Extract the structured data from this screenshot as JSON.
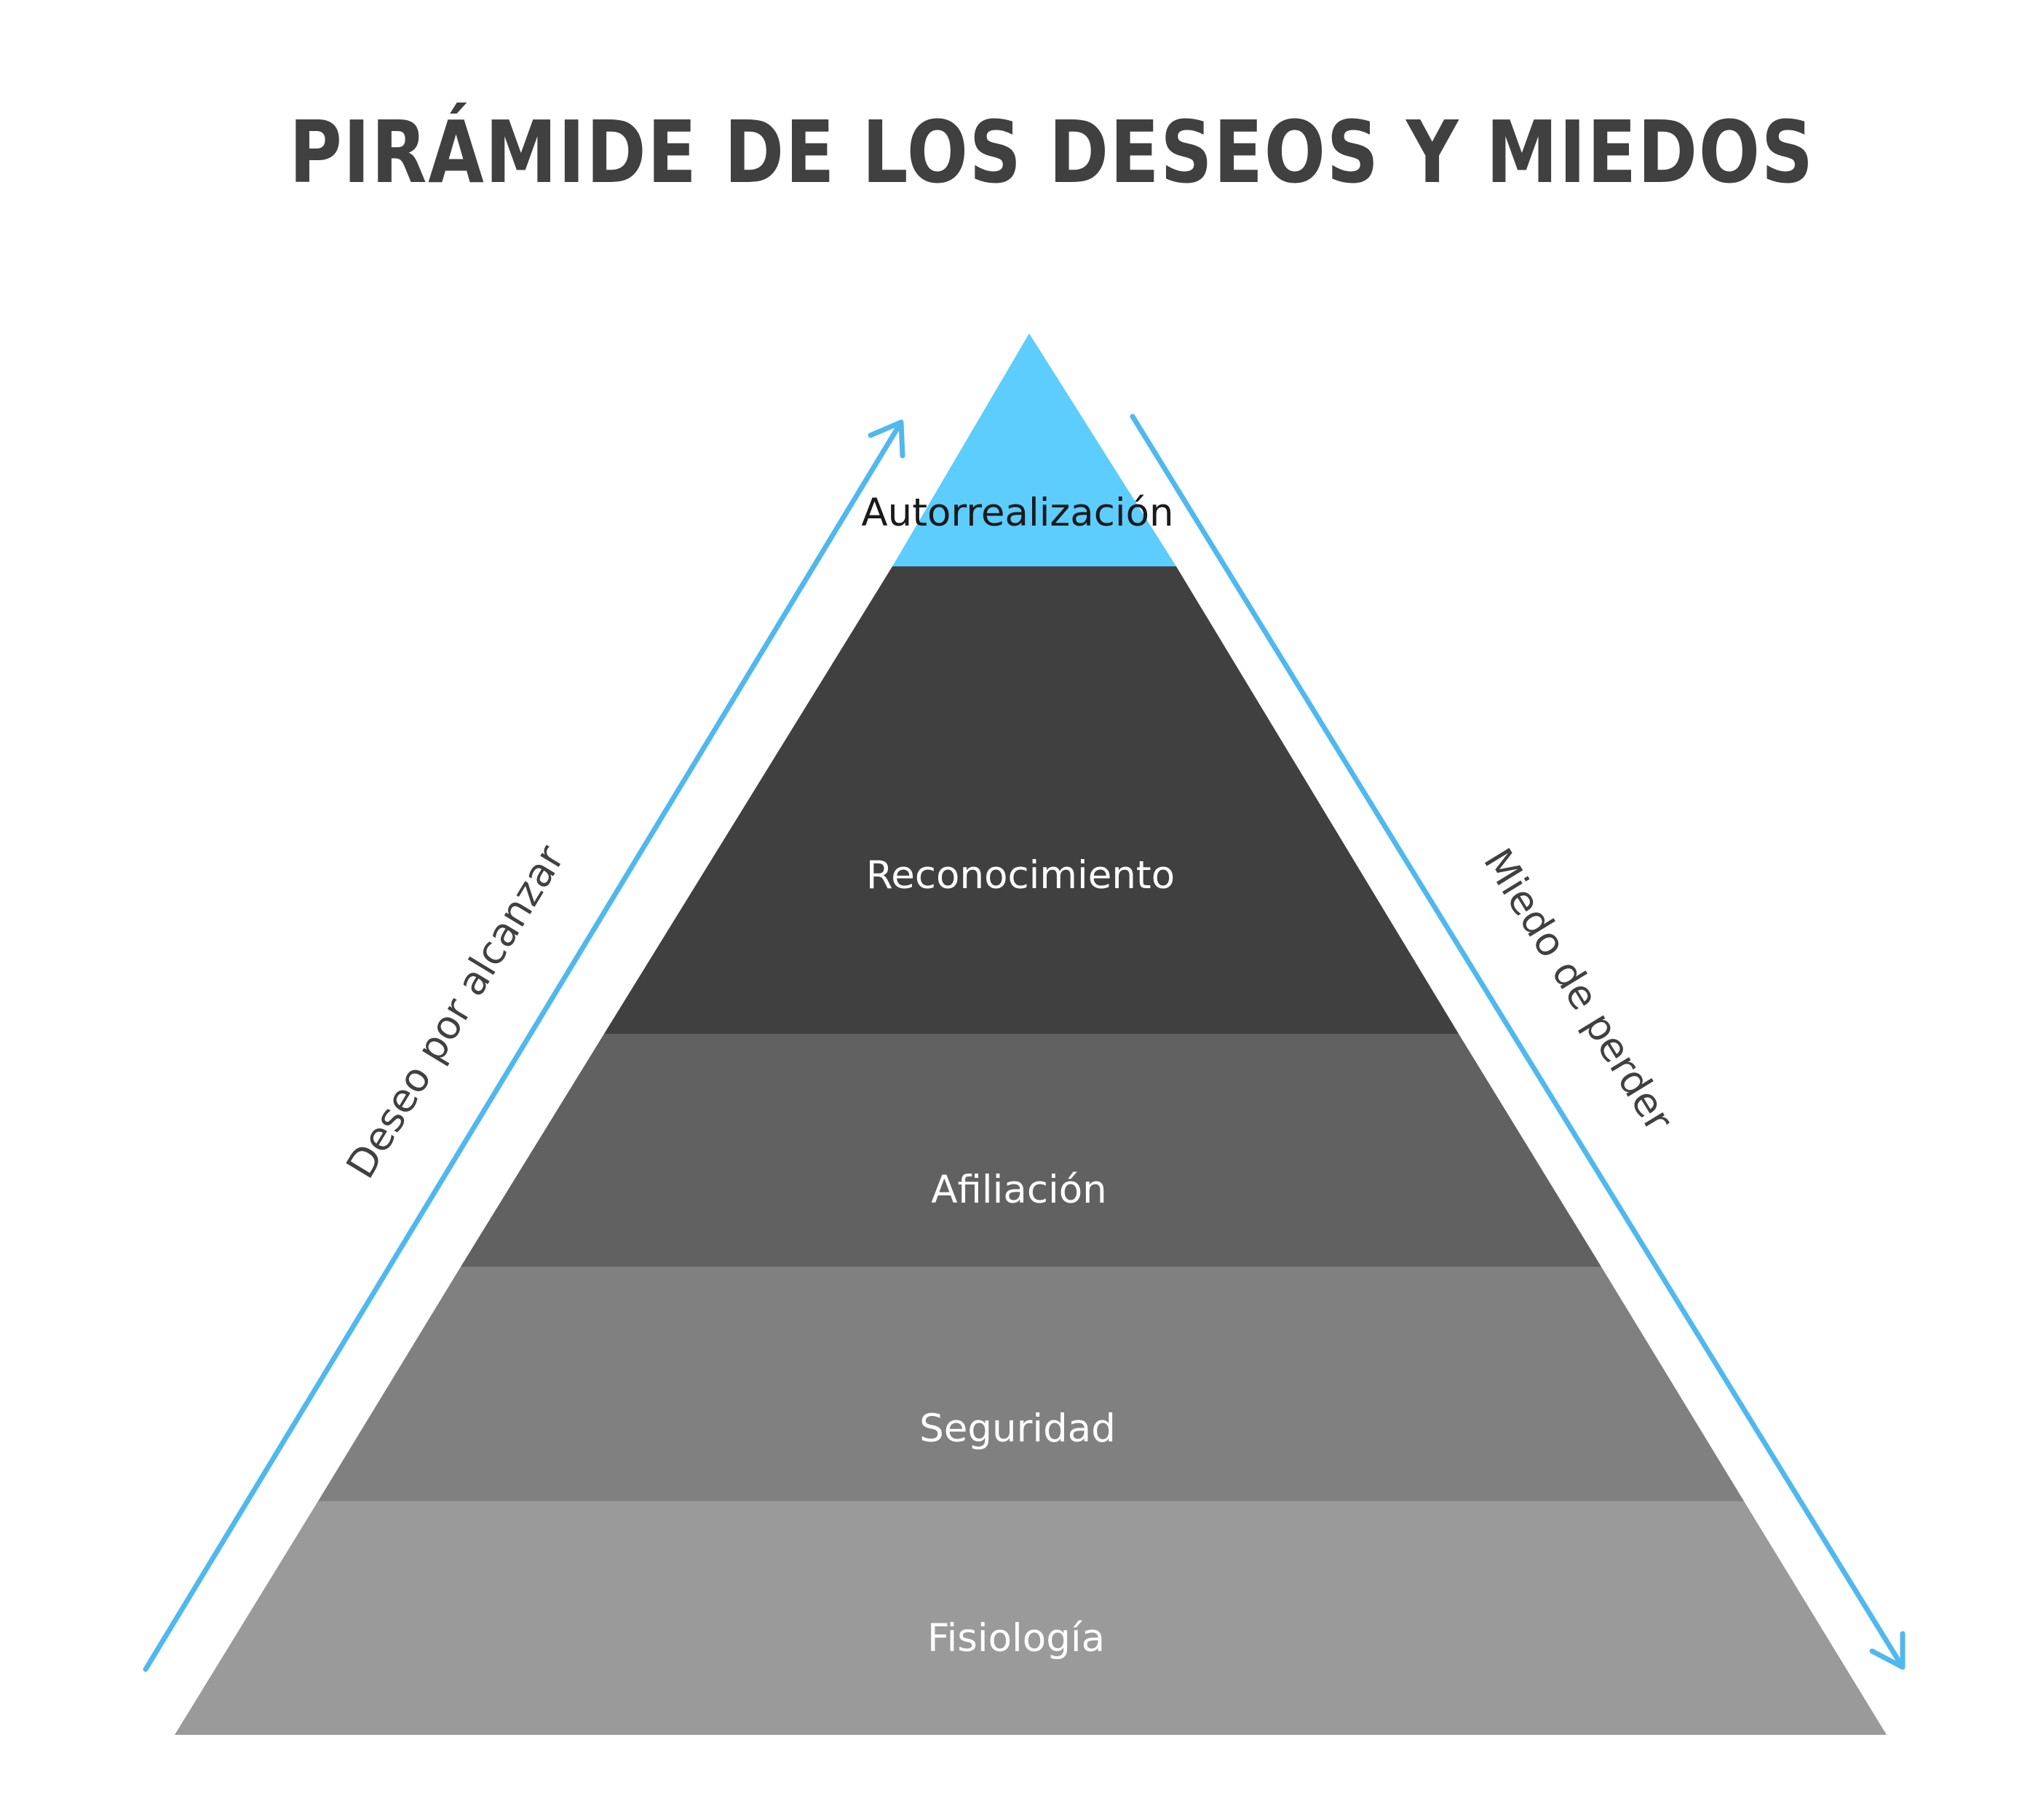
{
  "title": "PIRÁMIDE DE LOS DESEOS Y MIEDOS",
  "levels": [
    {
      "label": "Autorrealización",
      "fill": "#5ccdfd",
      "text_color": "#1a1a1a"
    },
    {
      "label": "Reconocimiento",
      "fill": "#404040",
      "text_color": "#ffffff"
    },
    {
      "label": "Afiliación",
      "fill": "#616161",
      "text_color": "#ffffff"
    },
    {
      "label": "Seguridad",
      "fill": "#808080",
      "text_color": "#ffffff"
    },
    {
      "label": "Fisiología",
      "fill": "#9a9a9a",
      "text_color": "#ffffff"
    }
  ],
  "arrows": {
    "left_label": "Deseo por alcanzar",
    "right_label": "Miedo de perder",
    "color": "#4fb8ef"
  }
}
